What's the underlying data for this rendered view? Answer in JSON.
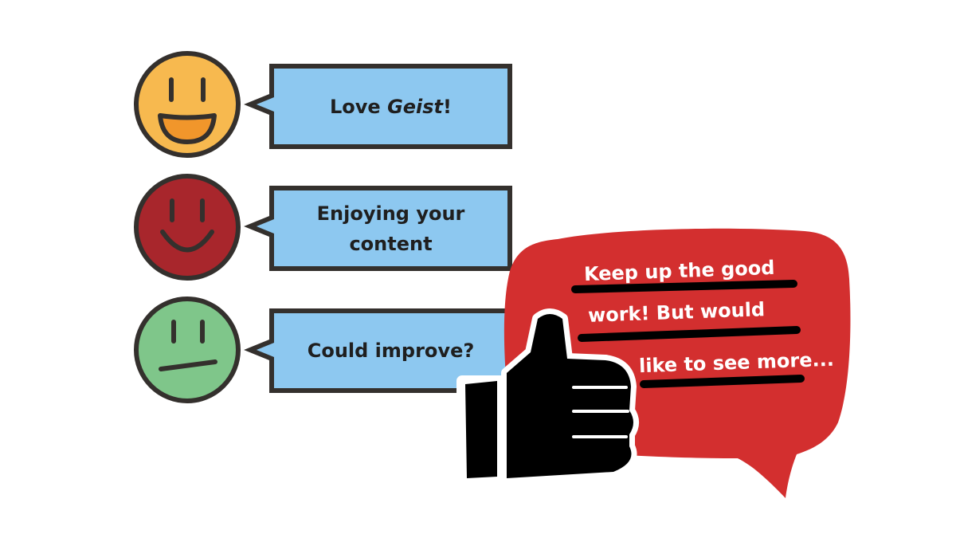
{
  "rows": [
    {
      "face": "happy-face",
      "face_color": "#F7B94F",
      "mouth_color": "#F1962B",
      "text_prefix": "Love ",
      "text_emphasis": "Geist",
      "text_suffix": "!"
    },
    {
      "face": "smiling-face",
      "face_color": "#A8262C",
      "text": "Enjoying your content"
    },
    {
      "face": "neutral-face",
      "face_color": "#7FC68A",
      "text": "Could improve?"
    }
  ],
  "speech_bubble_color": "#8DC8F0",
  "outline_color": "#34302D",
  "feedback": {
    "bubble_color": "#D32F2F",
    "lines": [
      "Keep up the good",
      "work! But would",
      "like to see more..."
    ]
  },
  "icon": "thumbs-up-icon"
}
